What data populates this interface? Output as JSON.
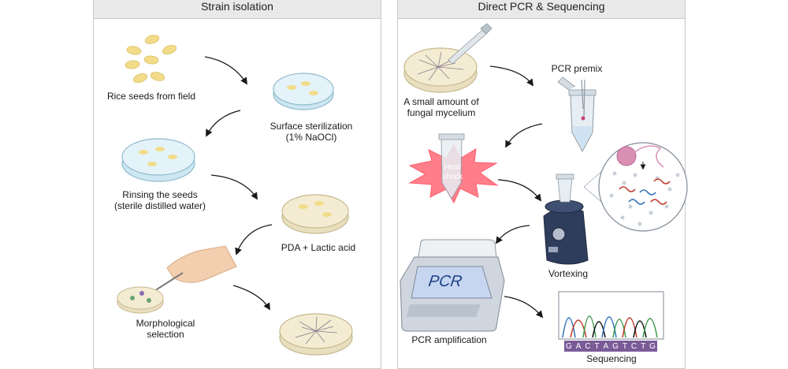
{
  "panels": {
    "left": {
      "title": "Strain isolation"
    },
    "right": {
      "title": "Direct PCR & Sequencing"
    }
  },
  "left_steps": {
    "rice_seeds": "Rice seeds from field",
    "surface_sterilization": "Surface sterilization\n(1% NaOCl)",
    "rinsing": "Rinsing the seeds\n(sterile distilled water)",
    "pda": "PDA + Lactic acid",
    "morphological": "Morphological\nselection"
  },
  "right_steps": {
    "mycelium": "A small amount of\nfungal mycelium",
    "pcr_premix": "PCR premix",
    "heat_shock": "Heat\nshock",
    "vortexing": "Vortexing",
    "pcr_amplification": "PCR amplification",
    "pcr_screen": "PCR",
    "sequencing": "Sequencing",
    "dna_bases": [
      "G",
      "A",
      "C",
      "T",
      "A",
      "G",
      "T",
      "C",
      "T",
      "G"
    ]
  },
  "colors": {
    "arrow": "#1a1a1a",
    "dish_fill": "#d8eef6",
    "agar_fill": "#f4ecd2",
    "seed": "#f2dc8a",
    "burst": "#ff6f7d",
    "tube": "#e7eef3",
    "vortex_body": "#2f3d5c",
    "pcr_body": "#cfd6df",
    "pcr_screen": "#b7c9e9"
  }
}
